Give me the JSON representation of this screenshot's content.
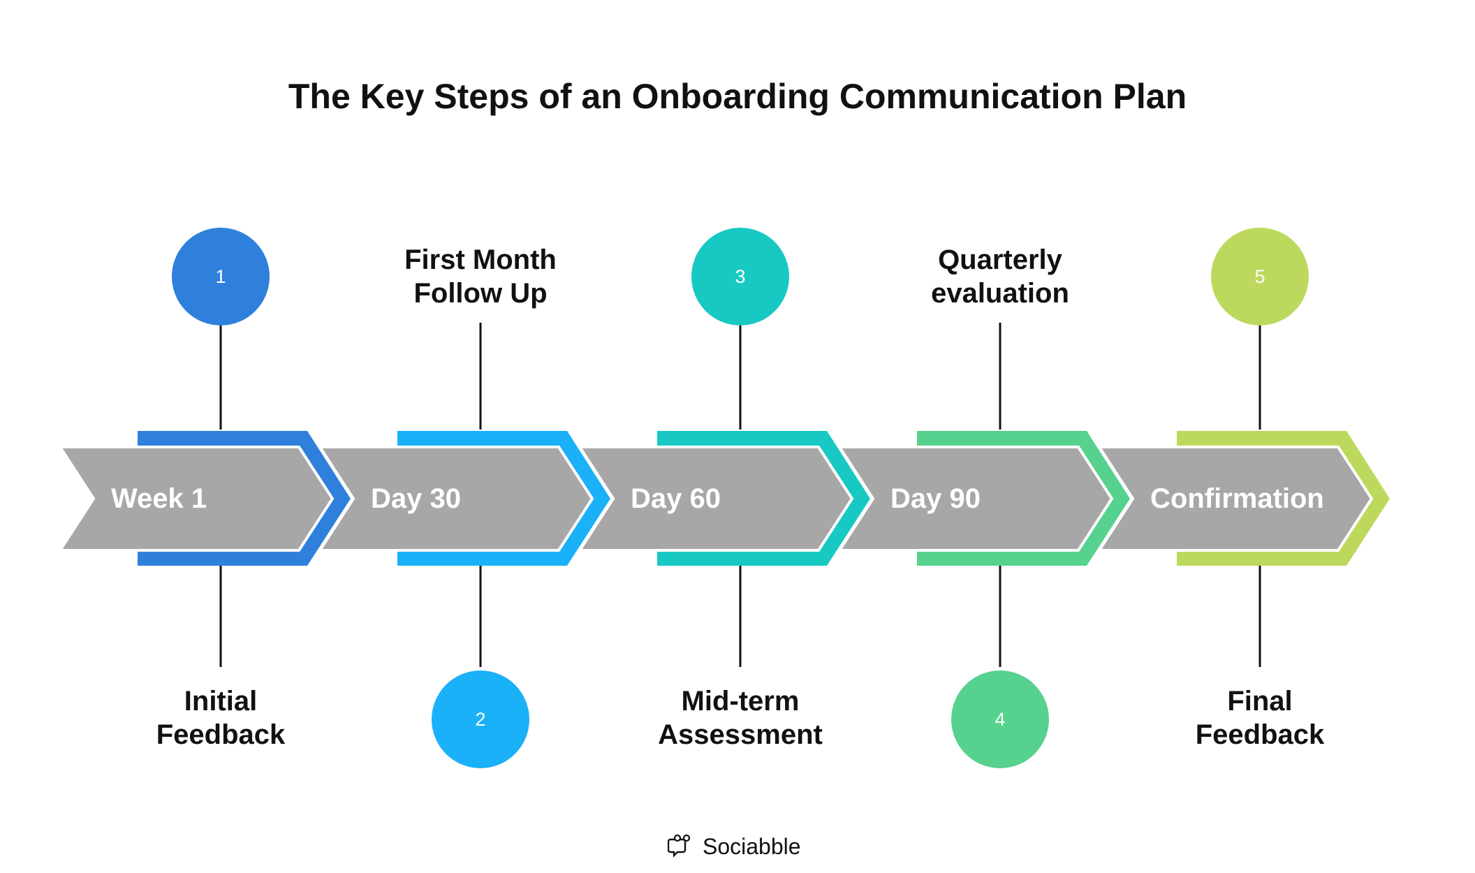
{
  "title": "The Key Steps of an Onboarding Communication Plan",
  "steps": [
    {
      "number": "1",
      "period": "Week 1",
      "label": [
        "Initial",
        "Feedback"
      ],
      "label_position": "bottom",
      "color": "#2F80DC"
    },
    {
      "number": "2",
      "period": "Day 30",
      "label": [
        "First Month",
        "Follow Up"
      ],
      "label_position": "top",
      "color": "#1AB1F8"
    },
    {
      "number": "3",
      "period": "Day 60",
      "label": [
        "Mid-term",
        "Assessment"
      ],
      "label_position": "bottom",
      "color": "#17C9C2"
    },
    {
      "number": "4",
      "period": "Day 90",
      "label": [
        "Quarterly",
        "evaluation"
      ],
      "label_position": "top",
      "color": "#56D28E"
    },
    {
      "number": "5",
      "period": "Confirmation",
      "label": [
        "Final",
        "Feedback"
      ],
      "label_position": "bottom",
      "color": "#BDD95D"
    }
  ],
  "arrow_fill": "#A7A7A7",
  "brand": {
    "name": "Sociabble",
    "icon": "speech-bubbles-logo-icon"
  }
}
